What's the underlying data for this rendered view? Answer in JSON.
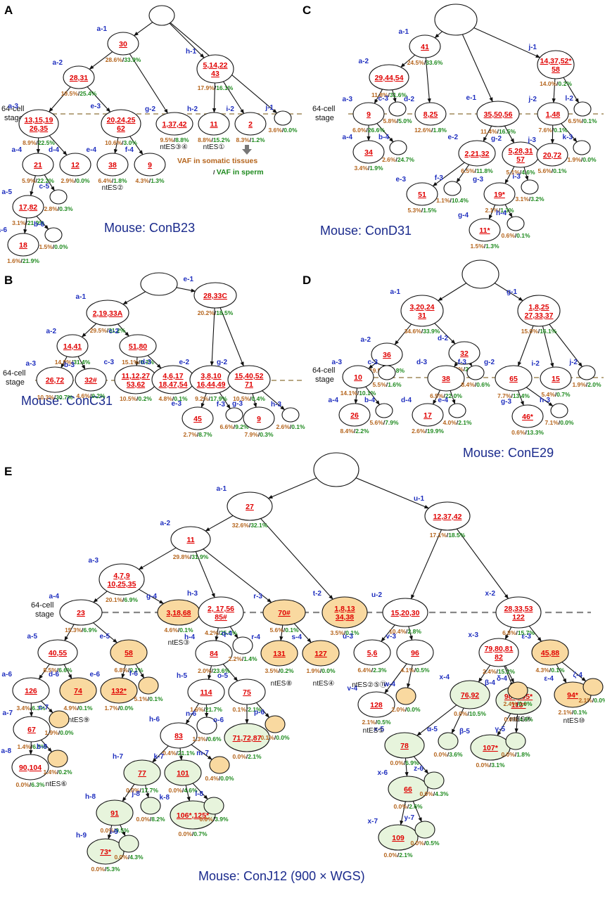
{
  "legend": {
    "somatic": "VAF in somatic tissues",
    "slash": "/ ",
    "sperm": "VAF in sperm"
  },
  "panels": [
    {
      "id": "A",
      "mouse": "Mouse: ConB23",
      "stage": [
        "64-cell",
        "stage"
      ],
      "nodes": [
        {
          "id": "a-1",
          "m": [
            "30"
          ],
          "v1": "28.6%",
          "v2": "33.9%"
        },
        {
          "id": "a-2",
          "m": [
            "28,31"
          ],
          "v1": "19.5%",
          "v2": "25.4%"
        },
        {
          "id": "h-1",
          "m": [
            "5,14,22",
            "43"
          ],
          "v1": "17.9%",
          "v2": "16.1%"
        },
        {
          "id": "a-3",
          "m": [
            "13,15,19",
            "26,35"
          ],
          "v1": "8.9%",
          "v2": "22.5%"
        },
        {
          "id": "e-3",
          "m": [
            "20,24,25",
            "62"
          ],
          "v1": "10.6%",
          "v2": "3.0%"
        },
        {
          "id": "g-2",
          "m": [
            "1,37,42"
          ],
          "v1": "9.5%",
          "v2": "8.8%"
        },
        {
          "id": "h-2",
          "m": [
            "11"
          ],
          "v1": "8.8%",
          "v2": "15.2%"
        },
        {
          "id": "i-2",
          "m": [
            "2"
          ],
          "v1": "8.3%",
          "v2": "1.2%"
        },
        {
          "id": "j-1",
          "m": [],
          "v1": "3.6%",
          "v2": "0.0%"
        },
        {
          "id": "a-4",
          "m": [
            "21"
          ],
          "v1": "5.9%",
          "v2": "22.2%"
        },
        {
          "id": "d-4",
          "m": [
            "12"
          ],
          "v1": "2.9%",
          "v2": "0.0%"
        },
        {
          "id": "e-4",
          "m": [
            "38"
          ],
          "v1": "6.4%",
          "v2": "1.8%"
        },
        {
          "id": "f-4",
          "m": [
            "9"
          ],
          "v1": "4.3%",
          "v2": "1.3%"
        },
        {
          "id": "a-5",
          "m": [
            "17,82"
          ],
          "v1": "3.1%",
          "v2": "21.9%"
        },
        {
          "id": "c-5",
          "m": [],
          "v1": "2.8%",
          "v2": "0.3%"
        },
        {
          "id": "a-6",
          "m": [
            "18"
          ],
          "v1": "1.6%",
          "v2": "21.9%"
        },
        {
          "id": "b-6",
          "m": [],
          "v1": "1.5%",
          "v2": "0.0%"
        }
      ],
      "nt": [
        "ntES③④",
        "ntES①",
        "ntES②"
      ]
    },
    {
      "id": "B",
      "mouse": "Mouse: ConC31",
      "stage": [
        "64-cell",
        "stage"
      ],
      "nodes": [
        {
          "id": "a-1",
          "m": [
            "2,19,33A"
          ],
          "v1": "29.5%",
          "v2": "31.2%"
        },
        {
          "id": "e-1",
          "m": [
            "28,33C"
          ],
          "v1": "20.2%",
          "v2": "18.5%"
        },
        {
          "id": "a-2",
          "m": [
            "14,41"
          ],
          "v1": "14.9%",
          "v2": "31.4%"
        },
        {
          "id": "c-2",
          "m": [
            "51,80"
          ],
          "v1": "15.1%",
          "v2": "0.3%"
        },
        {
          "id": "a-3",
          "m": [
            "26,72"
          ],
          "v1": "10.3%",
          "v2": "30.7%"
        },
        {
          "id": "b-3",
          "m": [
            "32#"
          ],
          "v1": "4.6%",
          "v2": "0.2%"
        },
        {
          "id": "c-3",
          "m": [
            "11,12,27",
            "53,62"
          ],
          "v1": "10.5%",
          "v2": "0.2%"
        },
        {
          "id": "d-3",
          "m": [
            "4,6,17",
            "18,47,54"
          ],
          "v1": "4.8%",
          "v2": "0.1%"
        },
        {
          "id": "e-2",
          "m": [
            "3,8,10",
            "16,44,49"
          ],
          "v1": "9.2%",
          "v2": "17.9%"
        },
        {
          "id": "g-2",
          "m": [
            "15,40,52",
            "71"
          ],
          "v1": "10.5%",
          "v2": "0.4%"
        },
        {
          "id": "e-3",
          "m": [
            "45"
          ],
          "v1": "2.7%",
          "v2": "8.7%"
        },
        {
          "id": "f-3",
          "m": [],
          "v1": "6.6%",
          "v2": "9.2%"
        },
        {
          "id": "g-3",
          "m": [
            "9"
          ],
          "v1": "7.9%",
          "v2": "0.3%"
        },
        {
          "id": "h-3",
          "m": [],
          "v1": "2.6%",
          "v2": "0.1%"
        }
      ]
    },
    {
      "id": "C",
      "mouse": "Mouse: ConD31",
      "stage": [
        "64-cell",
        "stage"
      ],
      "nodes": [
        {
          "id": "a-1",
          "m": [
            "41"
          ],
          "v1": "24.5%",
          "v2": "33.6%"
        },
        {
          "id": "j-1",
          "m": [
            "14,37,52*",
            "58"
          ],
          "v1": "14.0%",
          "v2": "0.2%"
        },
        {
          "id": "a-2",
          "m": [
            "29,44,54"
          ],
          "v1": "11.8%",
          "v2": "31.6%"
        },
        {
          "id": "a-3",
          "m": [
            "9"
          ],
          "v1": "6.0%",
          "v2": "26.6%"
        },
        {
          "id": "c-3",
          "m": [],
          "v1": "5.8%",
          "v2": "5.0%"
        },
        {
          "id": "d-2",
          "m": [
            "8,25"
          ],
          "v1": "12.6%",
          "v2": "1.8%"
        },
        {
          "id": "e-1",
          "m": [
            "35,50,56"
          ],
          "v1": "11.4%",
          "v2": "16.5%"
        },
        {
          "id": "j-2",
          "m": [
            "1,48"
          ],
          "v1": "7.6%",
          "v2": "0.1%"
        },
        {
          "id": "l-2",
          "m": [],
          "v1": "6.5%",
          "v2": "0.1%"
        },
        {
          "id": "a-4",
          "m": [
            "34"
          ],
          "v1": "3.4%",
          "v2": "1.9%"
        },
        {
          "id": "b-4",
          "m": [],
          "v1": "2.6%",
          "v2": "24.7%"
        },
        {
          "id": "e-2",
          "m": [
            "2,21,32"
          ],
          "v1": "6.5%",
          "v2": "11.8%"
        },
        {
          "id": "g-2",
          "m": [
            "5,28,31",
            "57"
          ],
          "v1": "5.1%",
          "v2": "4.6%"
        },
        {
          "id": "j-3",
          "m": [
            "20,72"
          ],
          "v1": "5.6%",
          "v2": "0.1%"
        },
        {
          "id": "k-3",
          "m": [],
          "v1": "1.9%",
          "v2": "0.0%"
        },
        {
          "id": "e-3",
          "m": [
            "51"
          ],
          "v1": "5.3%",
          "v2": "1.5%"
        },
        {
          "id": "f-3",
          "m": [],
          "v1": "1.1%",
          "v2": "10.4%"
        },
        {
          "id": "g-3",
          "m": [
            "19*"
          ],
          "v1": "2.1%",
          "v2": "1.3%"
        },
        {
          "id": "i-3",
          "m": [],
          "v1": "3.1%",
          "v2": "3.2%"
        },
        {
          "id": "g-4",
          "m": [
            "11*"
          ],
          "v1": "1.5%",
          "v2": "1.3%"
        },
        {
          "id": "h-4",
          "m": [],
          "v1": "0.6%",
          "v2": "0.1%"
        }
      ]
    },
    {
      "id": "D",
      "mouse": "Mouse: ConE29",
      "stage": [
        "64-cell",
        "stage"
      ],
      "nodes": [
        {
          "id": "a-1",
          "m": [
            "3,20,24",
            "31"
          ],
          "v1": "34.6%",
          "v2": "33.9%"
        },
        {
          "id": "g-1",
          "m": [
            "1,8,25",
            "27,33,37"
          ],
          "v1": "15.0%",
          "v2": "16.1%"
        },
        {
          "id": "a-2",
          "m": [
            "36"
          ],
          "v1": "19.5%",
          "v2": "11.8%"
        },
        {
          "id": "d-2",
          "m": [
            "32"
          ],
          "v1": "15.0%",
          "v2": "22.6%"
        },
        {
          "id": "a-3",
          "m": [
            "10"
          ],
          "v1": "14.1%",
          "v2": "10.1%"
        },
        {
          "id": "c-3",
          "m": [],
          "v1": "5.5%",
          "v2": "1.6%"
        },
        {
          "id": "d-3",
          "m": [
            "38"
          ],
          "v1": "6.5%",
          "v2": "22.0%"
        },
        {
          "id": "f-3",
          "m": [],
          "v1": "8.4%",
          "v2": "0.6%"
        },
        {
          "id": "g-2",
          "m": [
            "65"
          ],
          "v1": "7.7%",
          "v2": "13.4%"
        },
        {
          "id": "i-2",
          "m": [
            "15"
          ],
          "v1": "5.4%",
          "v2": "0.7%"
        },
        {
          "id": "j-2",
          "m": [],
          "v1": "1.9%",
          "v2": "2.0%"
        },
        {
          "id": "a-4",
          "m": [
            "26"
          ],
          "v1": "8.4%",
          "v2": "2.2%"
        },
        {
          "id": "b-4",
          "m": [],
          "v1": "5.6%",
          "v2": "7.9%"
        },
        {
          "id": "d-4",
          "m": [
            "17"
          ],
          "v1": "2.6%",
          "v2": "19.9%"
        },
        {
          "id": "e-4",
          "m": [],
          "v1": "4.0%",
          "v2": "2.1%"
        },
        {
          "id": "g-3",
          "m": [
            "46*"
          ],
          "v1": "0.6%",
          "v2": "13.3%"
        },
        {
          "id": "h-3",
          "m": [],
          "v1": "7.1%",
          "v2": "0.0%"
        }
      ]
    },
    {
      "id": "E",
      "mouse": "Mouse: ConJ12 (900 × WGS)",
      "stage": [
        "64-cell",
        "stage"
      ],
      "nodes": [
        {
          "id": "a-1",
          "m": [
            "27"
          ],
          "v1": "32.6%",
          "v2": "32.1%"
        },
        {
          "id": "a-2",
          "m": [
            "11"
          ],
          "v1": "29.8%",
          "v2": "31.9%"
        },
        {
          "id": "u-1",
          "m": [
            "12,37,42"
          ],
          "v1": "17.1%",
          "v2": "18.5%"
        },
        {
          "id": "a-3",
          "m": [
            "4,7,9",
            "10,25,35"
          ],
          "v1": "20.1%",
          "v2": "6.9%"
        },
        {
          "id": "a-4",
          "m": [
            "23"
          ],
          "v1": "15.3%",
          "v2": "6.9%"
        },
        {
          "id": "g-4",
          "m": [
            "3,18,68"
          ],
          "v1": "4.6%",
          "v2": "0.1%"
        },
        {
          "id": "h-3",
          "m": [
            "2, 17,56",
            "85#"
          ],
          "v1": "4.2%",
          "v2": "25.0%"
        },
        {
          "id": "r-3",
          "m": [
            "70#"
          ],
          "v1": "5.6%",
          "v2": "0.1%"
        },
        {
          "id": "t-2",
          "m": [
            "1,8,13",
            "34,38"
          ],
          "v1": "3.5%",
          "v2": "0.1%"
        },
        {
          "id": "u-2",
          "m": [
            "15,20,30"
          ],
          "v1": "10.4%",
          "v2": "2.8%"
        },
        {
          "id": "x-2",
          "m": [
            "28,33,53",
            "122"
          ],
          "v1": "6.8%",
          "v2": "15.7%"
        },
        {
          "id": "a-5",
          "m": [
            "40,55"
          ],
          "v1": "8.5%",
          "v2": "6.6%"
        },
        {
          "id": "e-5",
          "m": [
            "58"
          ],
          "v1": "6.8%",
          "v2": "0.1%"
        },
        {
          "id": "h-4",
          "m": [
            "84"
          ],
          "v1": "2.0%",
          "v2": "23.6%"
        },
        {
          "id": "q-4",
          "m": [],
          "v1": "2.2%",
          "v2": "1.4%"
        },
        {
          "id": "r-4",
          "m": [
            "131"
          ],
          "v1": "3.5%",
          "v2": "0.2%"
        },
        {
          "id": "s-4",
          "m": [
            "127"
          ],
          "v1": "1.9%",
          "v2": "0.0%"
        },
        {
          "id": "u-3",
          "m": [
            "5,6"
          ],
          "v1": "6.4%",
          "v2": "2.3%"
        },
        {
          "id": "v-3",
          "m": [
            "96"
          ],
          "v1": "4.1%",
          "v2": "0.5%"
        },
        {
          "id": "x-3",
          "m": [
            "79,80,81",
            "82"
          ],
          "v1": "2.4%",
          "v2": "15.2%"
        },
        {
          "id": "ε-3",
          "m": [
            "45,88"
          ],
          "v1": "4.3%",
          "v2": "0.1%"
        },
        {
          "id": "a-6",
          "m": [
            "126"
          ],
          "v1": "3.4%",
          "v2": "6.3%"
        },
        {
          "id": "d-6",
          "m": [
            "74"
          ],
          "v1": "4.9%",
          "v2": "0.1%"
        },
        {
          "id": "e-6",
          "m": [
            "132*"
          ],
          "v1": "1.7%",
          "v2": "0.0%"
        },
        {
          "id": "f-6",
          "m": [],
          "v1": "5.1%",
          "v2": "0.1%"
        },
        {
          "id": "h-5",
          "m": [
            "114"
          ],
          "v1": "1.6%",
          "v2": "21.7%"
        },
        {
          "id": "o-5",
          "m": [
            "75"
          ],
          "v1": "0.1%",
          "v2": "2.1%"
        },
        {
          "id": "v-4",
          "m": [
            "128"
          ],
          "v1": "2.1%",
          "v2": "0.5%"
        },
        {
          "id": "w-4",
          "m": [],
          "v1": "2.0%",
          "v2": "0.0%"
        },
        {
          "id": "x-4",
          "m": [
            "76,92"
          ],
          "v1": "0.0%",
          "v2": "10.5%"
        },
        {
          "id": "β-4",
          "m": [
            "98*,105*",
            "113*"
          ],
          "v1": "0.0%",
          "v2": "4.9%"
        },
        {
          "id": "δ-4",
          "m": [],
          "v1": "2.4%",
          "v2": "0.0%"
        },
        {
          "id": "ε-4",
          "m": [
            "94*"
          ],
          "v1": "2.1%",
          "v2": "0.1%"
        },
        {
          "id": "ζ-4",
          "m": [],
          "v1": "2.1%",
          "v2": "0.0%"
        },
        {
          "id": "a-7",
          "m": [
            "67"
          ],
          "v1": "1.4%",
          "v2": "6.5%"
        },
        {
          "id": "c-7",
          "m": [],
          "v1": "1.9%",
          "v2": "0.0%"
        },
        {
          "id": "h-6",
          "m": [
            "83"
          ],
          "v1": "0.4%",
          "v2": "21.1%"
        },
        {
          "id": "n-6",
          "m": [],
          "v1": "1.3%",
          "v2": "0.6%"
        },
        {
          "id": "o-6",
          "m": [
            "71,72,87"
          ],
          "v1": "0.0%",
          "v2": "2.1%"
        },
        {
          "id": "p-6",
          "m": [],
          "v1": "0.1%",
          "v2": "0.0%"
        },
        {
          "id": "x-5",
          "m": [
            "78"
          ],
          "v1": "0.0%",
          "v2": "6.9%"
        },
        {
          "id": "α-5",
          "m": [],
          "v1": "0.0%",
          "v2": "3.6%"
        },
        {
          "id": "β-5",
          "m": [
            "107*"
          ],
          "v1": "0.0%",
          "v2": "3.1%"
        },
        {
          "id": "γ-5",
          "m": [],
          "v1": "0.0%",
          "v2": "1.8%"
        },
        {
          "id": "a-8",
          "m": [
            "90,104"
          ],
          "v1": "0.0%",
          "v2": "6.3%"
        },
        {
          "id": "b-8",
          "m": [],
          "v1": "1.4%",
          "v2": "0.2%"
        },
        {
          "id": "h-7",
          "m": [
            "77"
          ],
          "v1": "0.0%",
          "v2": "17.7%"
        },
        {
          "id": "k-7",
          "m": [
            "101"
          ],
          "v1": "0.0%",
          "v2": "4.6%"
        },
        {
          "id": "m-7",
          "m": [],
          "v1": "0.4%",
          "v2": "0.0%"
        },
        {
          "id": "x-6",
          "m": [
            "66"
          ],
          "v1": "0.0%",
          "v2": "2.6%"
        },
        {
          "id": "z-6",
          "m": [],
          "v1": "0.0%",
          "v2": "4.3%"
        },
        {
          "id": "h-8",
          "m": [
            "91"
          ],
          "v1": "0.0%",
          "v2": "9.5%"
        },
        {
          "id": "j-8",
          "m": [],
          "v1": "0.0%",
          "v2": "8.2%"
        },
        {
          "id": "k-8",
          "m": [
            "106*,125*"
          ],
          "v1": "0.0%",
          "v2": "0.7%"
        },
        {
          "id": "l-8",
          "m": [],
          "v1": "0.0%",
          "v2": "3.9%"
        },
        {
          "id": "x-7",
          "m": [
            "109"
          ],
          "v1": "0.0%",
          "v2": "2.1%"
        },
        {
          "id": "y-7",
          "m": [],
          "v1": "0.0%",
          "v2": "0.5%"
        },
        {
          "id": "h-9",
          "m": [
            "73*"
          ],
          "v1": "0.0%",
          "v2": "5.3%"
        },
        {
          "id": "i-9",
          "m": [],
          "v1": "0.0%",
          "v2": "4.3%"
        }
      ],
      "nt": [
        "ntES③",
        "ntES⑧",
        "ntES④",
        "ntES②⑤⑪",
        "ntES⑨",
        "ntES①",
        "ntES⑦",
        "ntES⑩",
        "ntES⑥"
      ]
    }
  ]
}
